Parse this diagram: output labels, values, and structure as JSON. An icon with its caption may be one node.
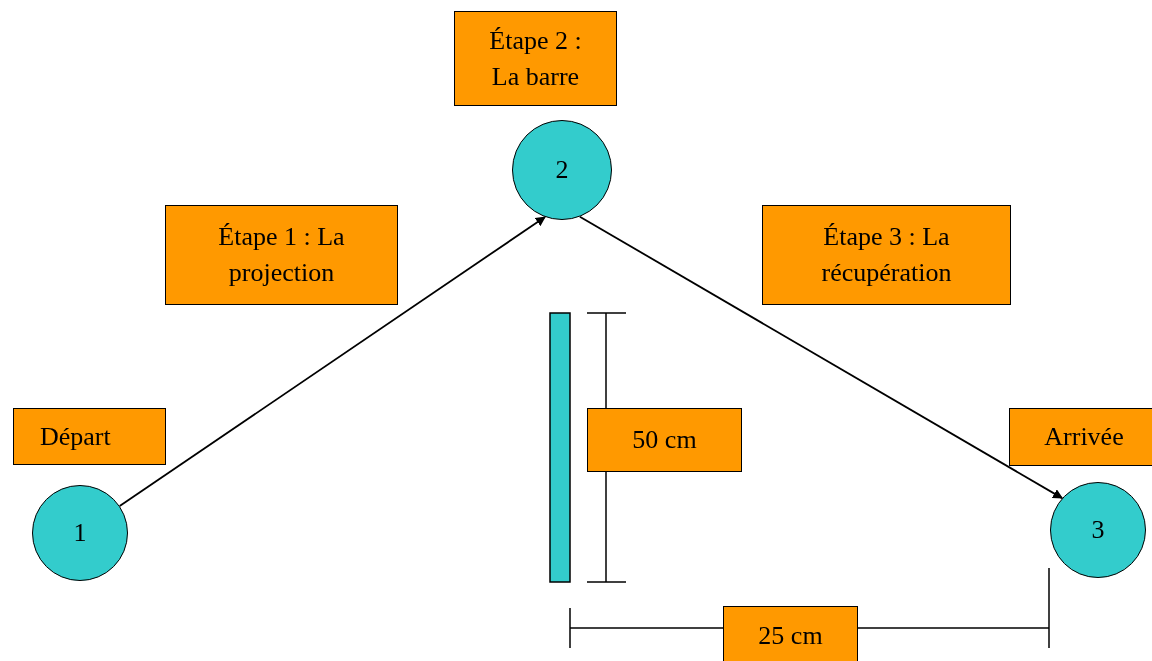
{
  "diagram": {
    "nodes": [
      {
        "text": [
          "Étape 2 : La barre"
        ]
      },
      {
        "text": [
          "2"
        ]
      },
      {
        "text": [
          "Étape 1 : La projection"
        ]
      },
      {
        "text": [
          "Étape 3 : La récupération"
        ]
      },
      {
        "text": [
          "Départ"
        ]
      },
      {
        "text": [
          "50 cm"
        ]
      },
      {
        "text": [
          "Arrivée"
        ]
      },
      {
        "text": [
          "1"
        ]
      },
      {
        "text": [
          "3"
        ]
      },
      {
        "text": [
          "25 cm"
        ]
      }
    ],
    "edges": [
      {
        "from": 7,
        "to": 1,
        "arrow": "to"
      },
      {
        "from": 1,
        "to": 8,
        "arrow": "to"
      }
    ]
  }
}
